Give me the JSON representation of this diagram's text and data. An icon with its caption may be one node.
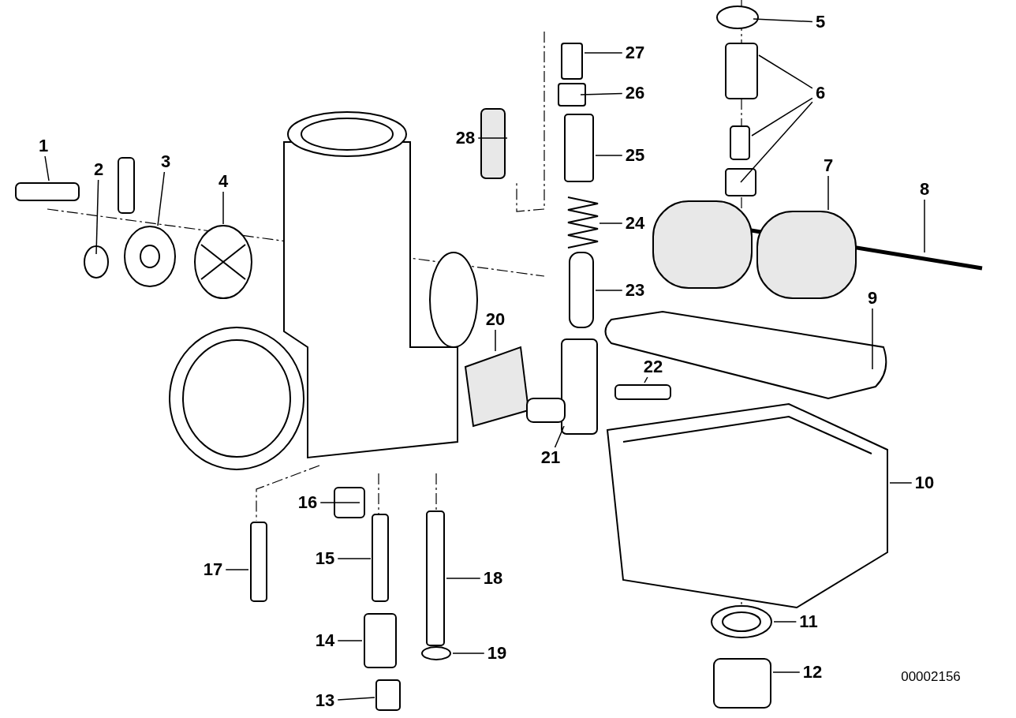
{
  "diagram": {
    "nodes": [
      {
        "text": [
          "1"
        ]
      },
      {
        "text": [
          "2"
        ]
      },
      {
        "text": [
          "3"
        ]
      },
      {
        "text": [
          "4"
        ]
      },
      {
        "text": [
          "5"
        ]
      },
      {
        "text": [
          "6"
        ]
      },
      {
        "text": [
          "7"
        ]
      },
      {
        "text": [
          "8"
        ]
      },
      {
        "text": [
          "9"
        ]
      },
      {
        "text": [
          "10"
        ]
      },
      {
        "text": [
          "11"
        ]
      },
      {
        "text": [
          "12"
        ]
      },
      {
        "text": [
          "13"
        ]
      },
      {
        "text": [
          "14"
        ]
      },
      {
        "text": [
          "15"
        ]
      },
      {
        "text": [
          "16"
        ]
      },
      {
        "text": [
          "17"
        ]
      },
      {
        "text": [
          "18"
        ]
      },
      {
        "text": [
          "19"
        ]
      },
      {
        "text": [
          "20"
        ]
      },
      {
        "text": [
          "21"
        ]
      },
      {
        "text": [
          "22"
        ]
      },
      {
        "text": [
          "23"
        ]
      },
      {
        "text": [
          "24"
        ]
      },
      {
        "text": [
          "25"
        ]
      },
      {
        "text": [
          "26"
        ]
      },
      {
        "text": [
          "27"
        ]
      },
      {
        "text": [
          "28"
        ]
      }
    ],
    "edges": [
      {
        "from": 0,
        "to": null,
        "arrow": "none"
      },
      {
        "from": 1,
        "to": null,
        "arrow": "none"
      },
      {
        "from": 2,
        "to": null,
        "arrow": "none"
      },
      {
        "from": 3,
        "to": null,
        "arrow": "none"
      },
      {
        "from": 4,
        "to": null,
        "arrow": "none"
      },
      {
        "from": 5,
        "to": null,
        "arrow": "none"
      },
      {
        "from": 5,
        "to": null,
        "arrow": "none"
      },
      {
        "from": 5,
        "to": null,
        "arrow": "none"
      },
      {
        "from": 6,
        "to": null,
        "arrow": "none"
      },
      {
        "from": 7,
        "to": null,
        "arrow": "none"
      },
      {
        "from": 8,
        "to": null,
        "arrow": "none"
      },
      {
        "from": 9,
        "to": null,
        "arrow": "none"
      },
      {
        "from": 10,
        "to": null,
        "arrow": "none"
      },
      {
        "from": 11,
        "to": null,
        "arrow": "none"
      },
      {
        "from": 12,
        "to": null,
        "arrow": "none"
      },
      {
        "from": 13,
        "to": null,
        "arrow": "none"
      },
      {
        "from": 14,
        "to": null,
        "arrow": "none"
      },
      {
        "from": 15,
        "to": null,
        "arrow": "none"
      },
      {
        "from": 16,
        "to": null,
        "arrow": "none"
      },
      {
        "from": 17,
        "to": null,
        "arrow": "none"
      },
      {
        "from": 18,
        "to": null,
        "arrow": "none"
      },
      {
        "from": 19,
        "to": null,
        "arrow": "none"
      },
      {
        "from": 20,
        "to": null,
        "arrow": "none"
      },
      {
        "from": 21,
        "to": null,
        "arrow": "none"
      },
      {
        "from": 22,
        "to": null,
        "arrow": "none"
      },
      {
        "from": 23,
        "to": null,
        "arrow": "none"
      },
      {
        "from": 24,
        "to": null,
        "arrow": "none"
      },
      {
        "from": 25,
        "to": null,
        "arrow": "none"
      },
      {
        "from": 26,
        "to": null,
        "arrow": "none"
      },
      {
        "from": 27,
        "to": null,
        "arrow": "none"
      }
    ],
    "labels": [
      "00002156"
    ]
  }
}
